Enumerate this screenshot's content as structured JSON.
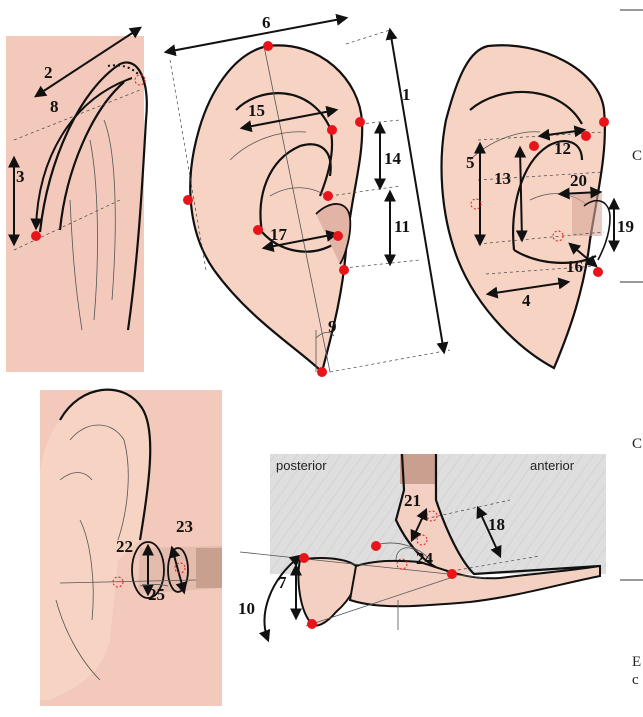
{
  "measurements": {
    "m1": "1",
    "m2": "2",
    "m3": "3",
    "m4": "4",
    "m5": "5",
    "m6": "6",
    "m7": "7",
    "m8": "8",
    "m9": "9",
    "m10": "10",
    "m11": "11",
    "m12": "12",
    "m13": "13",
    "m14": "14",
    "m15": "15",
    "m16": "16",
    "m17": "17",
    "m18": "18",
    "m19": "19",
    "m20": "20",
    "m21": "21",
    "m22": "22",
    "m23": "23",
    "m24": "24",
    "m25": "25"
  },
  "section_labels": {
    "posterior": "posterior",
    "anterior": "anterior"
  },
  "margin_text": {
    "c1": "C",
    "c2": "C",
    "e": "E",
    "c3": "c"
  },
  "colors": {
    "skin": "#f2c9bb",
    "landmark": "#e8141a",
    "section_bg": "#dcdcdc"
  }
}
